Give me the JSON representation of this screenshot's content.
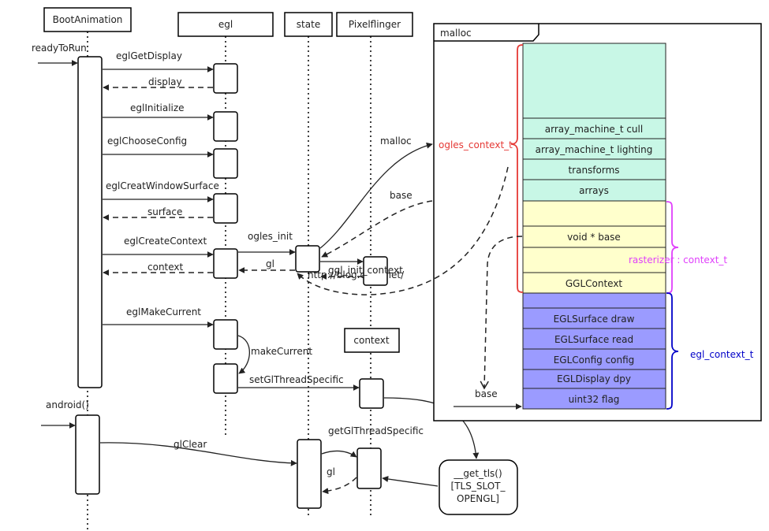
{
  "participants": {
    "bootanimation": "BootAnimation",
    "egl": "egl",
    "state": "state",
    "pixelflinger": "Pixelflinger",
    "context": "context",
    "malloc": "malloc",
    "get_tls": [
      "__get_tls()",
      "[TLS_SLOT_",
      "OPENGL]"
    ]
  },
  "messages": {
    "ready_to_run": "readyToRun",
    "egl_get_display": "eglGetDisplay",
    "display": "display",
    "egl_initialize": "eglInitialize",
    "egl_choose_config": "eglChooseConfig",
    "egl_creat_window_surface": "eglCreatWindowSurface",
    "surface": "surface",
    "egl_create_context": "eglCreateContext",
    "context_return": "context",
    "ogles_init": "ogles_init",
    "gl": "gl",
    "ggl_init_context": "ggl_init_context",
    "egl_make_current": "eglMakeCurrent",
    "make_current": "makeCurrent",
    "set_gl_thread_specific": "setGlThreadSpecific",
    "get_gl_thread_specific": "getGlThreadSpecific",
    "android": "android()",
    "gl_clear": "glClear",
    "gl_bottom": "gl",
    "malloc_label": "malloc",
    "base_label": "base",
    "base_label_2": "base"
  },
  "memory": {
    "segments_green": [
      "array_machine_t cull",
      "array_machine_t lighting",
      "transforms",
      "arrays"
    ],
    "segments_yellow": [
      "void * base",
      "GGLContext"
    ],
    "segments_blue": [
      "EGLSurface draw",
      "EGLSurface read",
      "EGLConfig config",
      "EGLDisplay dpy",
      "uint32 flag"
    ],
    "brace_ogles": "ogles_context_t",
    "brace_rasterizer": "rasterizer : context_t",
    "brace_egl": "egl_context_t"
  },
  "colors": {
    "green": "#c8f7e6",
    "yellow": "#ffffcc",
    "blue": "#9b9bff",
    "red": "#e53935",
    "magenta": "#e040fb",
    "navy": "#0000c8"
  },
  "watermark": "http://blog.csdn.net/"
}
